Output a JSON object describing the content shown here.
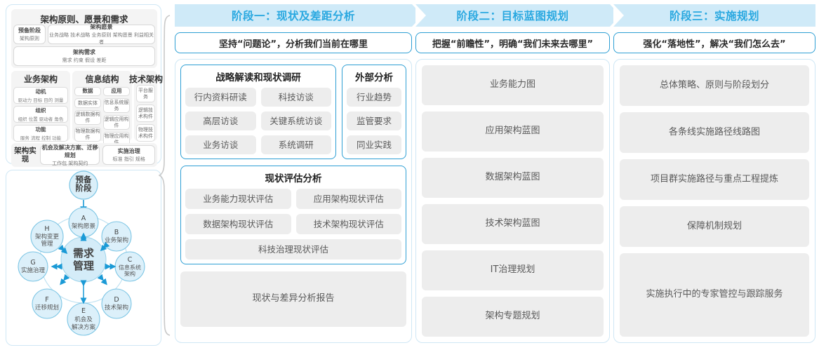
{
  "left_panel": {
    "togaf": {
      "principles": {
        "title": "架构原则、愿景和需求",
        "prep_phase": {
          "label": "预备阶段",
          "sub": "架构原则"
        },
        "arch_vision": {
          "label": "架构愿景",
          "sub": "业务战略 技术战略 业务原则 架构愿景 利益相关者"
        },
        "arch_requirement": {
          "label": "架构需求",
          "sub": "需求   约束   假设   差距"
        }
      },
      "business_arch": {
        "title": "业务架构",
        "items": [
          {
            "label": "动机",
            "sub": "驱动力 目标 目的 测量"
          },
          {
            "label": "组织",
            "sub": "组织 位置 驱动者 角色"
          },
          {
            "label": "功能",
            "sub": "服务 流程 控制 功能"
          }
        ]
      },
      "info_structure": {
        "title": "信息结构",
        "data_col": [
          "数据",
          "数据实体",
          "逻辑数据构件",
          "物理数据构件"
        ],
        "app_col": [
          "应用",
          "信息系统服务",
          "逻辑应用构件",
          "物理应用构件"
        ]
      },
      "tech_arch": {
        "title": "技术架构",
        "items": [
          "平台服务",
          "逻辑技术构件",
          "物理技术构件"
        ]
      },
      "implementation": {
        "label": "架构实现",
        "opportunity": {
          "label": "机会及解决方案、迁移规划",
          "sub": "工作包  架构契约"
        },
        "governance": {
          "label": "实施治理",
          "sub": "标准  指引  规格"
        }
      }
    },
    "adm": {
      "center": "需求管理",
      "prep": "预备阶段",
      "nodes": [
        {
          "letter": "A",
          "label": "架构愿景"
        },
        {
          "letter": "B",
          "label": "业务架构"
        },
        {
          "letter": "C",
          "label": "信息系统架构"
        },
        {
          "letter": "D",
          "label": "技术架构"
        },
        {
          "letter": "E",
          "label": "机会及解决方案"
        },
        {
          "letter": "F",
          "label": "迁移规划"
        },
        {
          "letter": "G",
          "label": "实施治理"
        },
        {
          "letter": "H",
          "label": "架构变更管理"
        }
      ]
    }
  },
  "phases": [
    {
      "title": "阶段一：现状及差距分析",
      "subtitle": "坚持“问题论”，分析我们当前在哪里",
      "cards": {
        "strategy": {
          "title": "战略解读和现状调研",
          "items": [
            "行内资料研读",
            "科技访谈",
            "高层访谈",
            "关键系统访谈",
            "业务访谈",
            "系统调研"
          ]
        },
        "external": {
          "title": "外部分析",
          "items": [
            "行业趋势",
            "监管要求",
            "同业实践"
          ]
        },
        "assessment": {
          "title": "现状评估分析",
          "items": [
            "业务能力现状评估",
            "应用架构现状评估",
            "数据架构现状评估",
            "技术架构现状评估"
          ],
          "full_item": "科技治理现状评估"
        },
        "report": "现状与差异分析报告"
      }
    },
    {
      "title": "阶段二：目标蓝图规划",
      "subtitle": "把握“前瞻性”，明确“我们未来去哪里”",
      "items": [
        "业务能力图",
        "应用架构蓝图",
        "数据架构蓝图",
        "技术架构蓝图",
        "IT治理规划",
        "架构专题规划"
      ]
    },
    {
      "title": "阶段三：实施规划",
      "subtitle": "强化“落地性”，解决“我们怎么去”",
      "items": [
        "总体策略、原则与阶段划分",
        "各条线实施路径线路图",
        "项目群实施路径与重点工程提炼",
        "保障机制规划",
        "实施执行中的专家管控与跟踪服务"
      ]
    }
  ],
  "colors": {
    "header_band": "#cfeaf8",
    "header_text": "#29a8e0",
    "card_border": "#2e9fd4",
    "panel_border": "#cfe7f5",
    "chip_bg": "#ededed",
    "chip_text": "#5a5a5a",
    "adm_node": "#d9eef8",
    "adm_stroke": "#7cc5e4",
    "arrow": "#1b9ad6"
  }
}
